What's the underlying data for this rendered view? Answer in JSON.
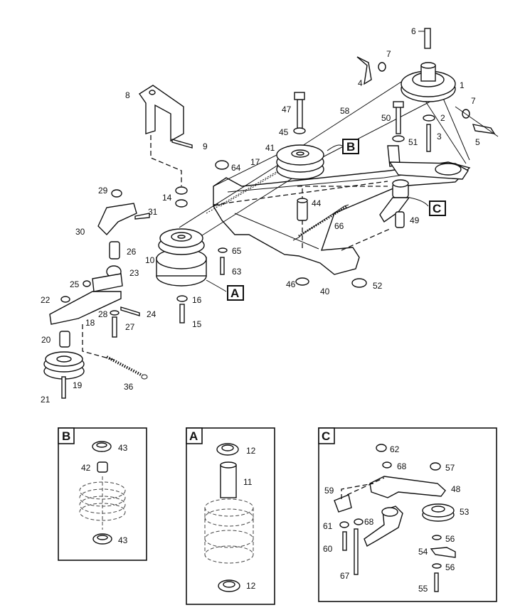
{
  "callouts": {
    "B": "B",
    "C": "C",
    "A": "A"
  },
  "insets": {
    "B": {
      "tag": "B",
      "parts": [
        "43",
        "42",
        "43"
      ]
    },
    "A": {
      "tag": "A",
      "parts": [
        "12",
        "11",
        "12"
      ]
    },
    "C": {
      "tag": "C",
      "parts": [
        "62",
        "68",
        "57",
        "59",
        "48",
        "53",
        "61",
        "68",
        "56",
        "60",
        "54",
        "56",
        "67",
        "55"
      ]
    }
  },
  "main_parts": [
    "6",
    "7",
    "4",
    "1",
    "7",
    "2",
    "3",
    "5",
    "8",
    "9",
    "47",
    "58",
    "50",
    "45",
    "51",
    "41",
    "17",
    "64",
    "14",
    "29",
    "31",
    "44",
    "30",
    "66",
    "49",
    "26",
    "65",
    "10",
    "23",
    "63",
    "25",
    "46",
    "40",
    "52",
    "22",
    "16",
    "28",
    "24",
    "18",
    "27",
    "15",
    "20",
    "19",
    "36",
    "21"
  ]
}
